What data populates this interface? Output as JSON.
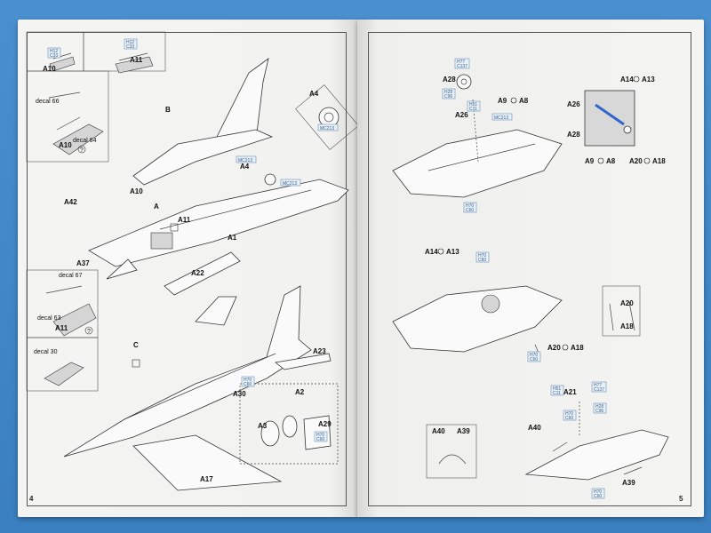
{
  "left_page": {
    "page_number": "4",
    "step_b": "B",
    "step_c": "C",
    "box_a": "A",
    "labels": {
      "a10_top": "A10",
      "a11_top": "A11",
      "a4": "A4",
      "a10_mid": "A10",
      "a10_cockpit": "A10",
      "a42": "A42",
      "a11_mid": "A11",
      "a1": "A1",
      "a37": "A37",
      "a4_small": "A4",
      "a22": "A22",
      "a11_low": "A11",
      "a23": "A23",
      "a30": "A30",
      "a2": "A2",
      "a3": "A3",
      "a29": "A29",
      "a17": "A17"
    },
    "decals": {
      "d66": "decal 66",
      "d64": "decal 64",
      "d67": "decal 67",
      "d63": "decal 63",
      "d30": "decal 30"
    },
    "paint_tags": {
      "h12_c33_a": [
        "H12",
        "C33"
      ],
      "h12_c33_b": [
        "H12",
        "C33"
      ],
      "mc213_a": "MC213",
      "mc213_b": "MC213",
      "mc213_c": "MC213",
      "h70_c60_a": [
        "H70",
        "C60"
      ],
      "h70_c60_b": [
        "H70",
        "C60"
      ]
    }
  },
  "right_page": {
    "page_number": "5",
    "labels": {
      "a28": "A28",
      "a9_a8": [
        "A9",
        "A8"
      ],
      "a26": "A26",
      "a14_a13_top": [
        "A14",
        "A13"
      ],
      "a26_detail": "A26",
      "a28_detail": "A28",
      "a9_a8_detail": [
        "A9",
        "A8"
      ],
      "a20_a18_detail": [
        "A20",
        "A18"
      ],
      "a14_a13_mid": [
        "A14",
        "A13"
      ],
      "a20_a18_mid": [
        "A20",
        "A18"
      ],
      "a20": "A20",
      "a18": "A18",
      "a21": "A21",
      "a40": "A40",
      "a39_box": "A39",
      "a40_box": "A40",
      "a39": "A39"
    },
    "paint_tags": {
      "h77_c137_a": [
        "H77",
        "C137"
      ],
      "h28_c96": [
        "H28",
        "C96"
      ],
      "h51_c11_a": [
        "H51",
        "C11"
      ],
      "mc213": "MC213",
      "h70_c60_a": [
        "H70",
        "C60"
      ],
      "h70_c60_b": [
        "H70",
        "C60"
      ],
      "h70_c60_c": [
        "H70",
        "C60"
      ],
      "h51_c11_b": [
        "H51",
        "C11"
      ],
      "h77_c137_b": [
        "H77",
        "C137"
      ],
      "h70_c60_d": [
        "H70",
        "C60"
      ],
      "h28_c96_b": [
        "H28",
        "C96"
      ],
      "h70_c60_e": [
        "H70",
        "C60"
      ]
    }
  }
}
